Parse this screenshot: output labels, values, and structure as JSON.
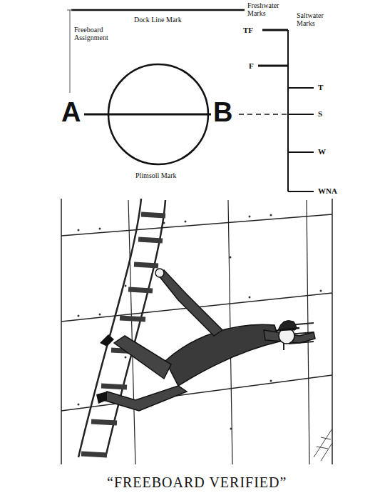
{
  "diagram": {
    "caption": "“FREEBOARD VERIFIED”",
    "labels": [
      "Freshwater Marks",
      "Dock Line Mark",
      "Saltwater Marks",
      "Freeboard Assignment",
      "TF",
      "F",
      "T",
      "S",
      "A",
      "B",
      "W",
      "WNA",
      "Plimsoll Mark"
    ]
  }
}
